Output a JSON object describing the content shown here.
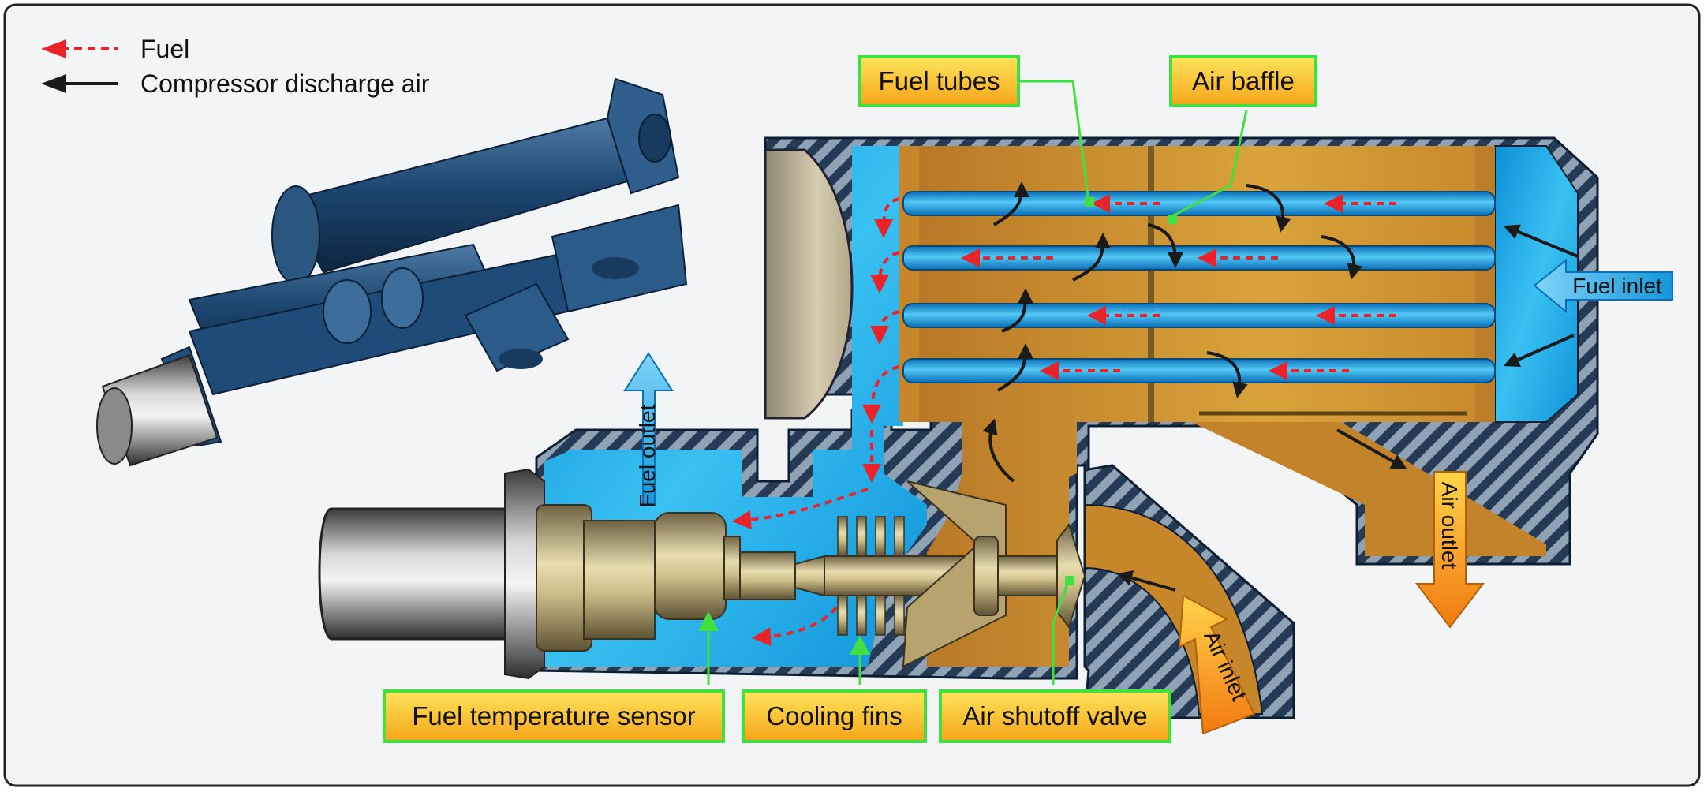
{
  "legend": {
    "fuel_label": "Fuel",
    "air_label": "Compressor discharge air"
  },
  "callouts": {
    "fuel_tubes": "Fuel tubes",
    "air_baffle": "Air baffle",
    "fuel_temp_sensor": "Fuel temperature sensor",
    "cooling_fins": "Cooling fins",
    "air_shutoff_valve": "Air shutoff valve"
  },
  "flow_labels": {
    "fuel_outlet": "Fuel outlet",
    "fuel_inlet": "Fuel inlet",
    "air_outlet": "Air outlet",
    "air_inlet": "Air inlet"
  },
  "colors": {
    "fuel": "#e8232a",
    "air": "#1a1a1a",
    "callout_border": "#3fe03f",
    "fuel_chamber": "#1fa8e6",
    "air_chamber": "#c8862a"
  }
}
